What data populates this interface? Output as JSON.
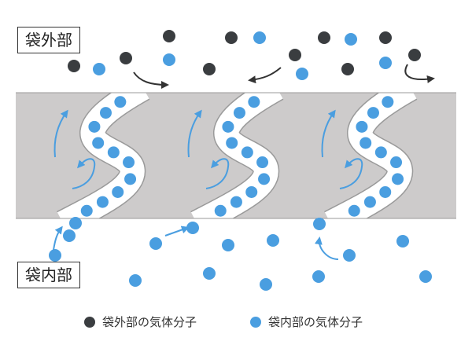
{
  "labels": {
    "outside": "袋外部",
    "inside": "袋内部"
  },
  "legend": {
    "outside_molecule": "袋外部の気体分子",
    "inside_molecule": "袋内部の気体分子"
  },
  "colors": {
    "outside_molecule": "#3a3d40",
    "inside_molecule": "#4a9ee0",
    "film": "#cdcbcb",
    "film_edge": "#9a9a9a",
    "arrow_dark": "#333333",
    "arrow_blue": "#4a9ee0"
  }
}
